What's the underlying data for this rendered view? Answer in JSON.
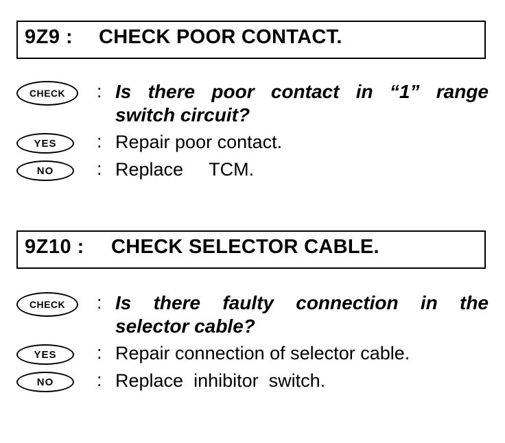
{
  "sections": [
    {
      "code": "9Z9 :",
      "title": "CHECK POOR CONTACT.",
      "check_badge": "CHECK",
      "question_line1": "Is there poor contact in “1” range",
      "question_line2": "switch circuit?",
      "yes_badge": "YES",
      "yes_text": "Repair poor contact.",
      "no_badge": "NO",
      "no_text": "Replace     TCM."
    },
    {
      "code": "9Z10 :",
      "title": "CHECK SELECTOR CABLE.",
      "check_badge": "CHECK",
      "question_line1": "Is there faulty connection in the",
      "question_line2": "selector cable?",
      "yes_badge": "YES",
      "yes_text": "Repair connection of selector cable.",
      "no_badge": "NO",
      "no_text": "Replace  inhibitor  switch."
    }
  ],
  "colon": ":"
}
